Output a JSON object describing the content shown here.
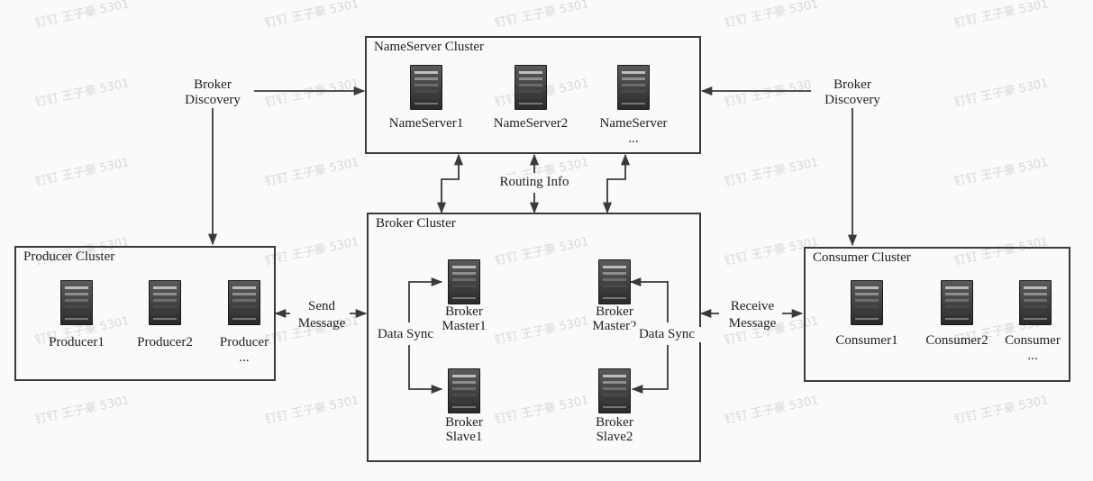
{
  "nameserver_cluster": {
    "title": "NameServer Cluster",
    "nodes": [
      {
        "label": "NameServer1"
      },
      {
        "label": "NameServer2"
      },
      {
        "label": "NameServer",
        "sub": "..."
      }
    ]
  },
  "broker_cluster": {
    "title": "Broker Cluster",
    "master1": {
      "line1": "Broker",
      "line2": "Master1"
    },
    "master2": {
      "line1": "Broker",
      "line2": "Master2"
    },
    "slave1": {
      "line1": "Broker",
      "line2": "Slave1"
    },
    "slave2": {
      "line1": "Broker",
      "line2": "Slave2"
    }
  },
  "producer_cluster": {
    "title": "Producer Cluster",
    "nodes": [
      {
        "label": "Producer1"
      },
      {
        "label": "Producer2"
      },
      {
        "label": "Producer",
        "sub": "..."
      }
    ]
  },
  "consumer_cluster": {
    "title": "Consumer Cluster",
    "nodes": [
      {
        "label": "Consumer1"
      },
      {
        "label": "Consumer2"
      },
      {
        "label": "Consumer",
        "sub": "..."
      }
    ]
  },
  "labels": {
    "broker_discovery_left": {
      "line1": "Broker",
      "line2": "Discovery"
    },
    "broker_discovery_right": {
      "line1": "Broker",
      "line2": "Discovery"
    },
    "routing_info": "Routing Info",
    "send_message": {
      "line1": "Send",
      "line2": "Message"
    },
    "receive_message": {
      "line1": "Receive",
      "line2": "Message"
    },
    "data_sync_left": "Data Sync",
    "data_sync_right": "Data Sync"
  },
  "watermark": "钉钉 王子豪 5301"
}
